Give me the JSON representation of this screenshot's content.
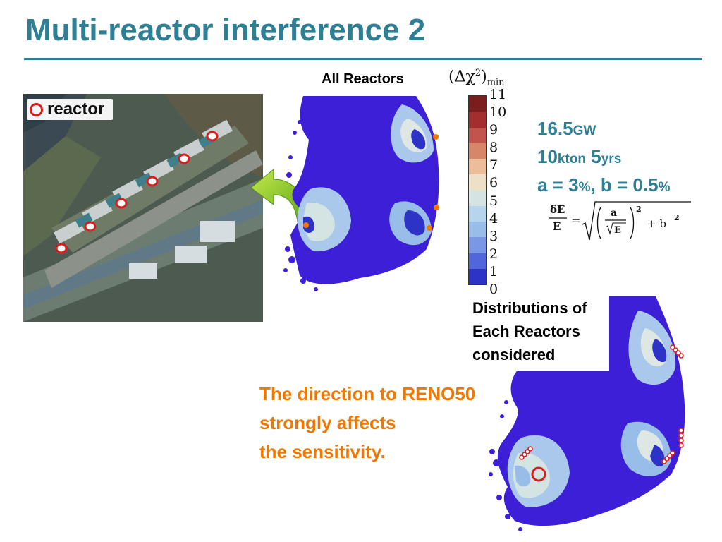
{
  "title": "Multi-reactor interference 2",
  "photo": {
    "legend_label": "reactor"
  },
  "map_top": {
    "label": "All Reactors"
  },
  "color_scale": {
    "title_main": "(Δχ",
    "title_sup": "2",
    "title_close": ")",
    "title_sub": "min",
    "ticks": [
      "11",
      "10",
      "9",
      "8",
      "7",
      "6",
      "5",
      "4",
      "3",
      "2",
      "1",
      "0"
    ],
    "colors": [
      "#7a1d1d",
      "#a32e2e",
      "#c2544e",
      "#d8866a",
      "#ecbd9a",
      "#ece0c6",
      "#d4e4e2",
      "#b6d4ec",
      "#98bde8",
      "#7a97e6",
      "#5266dc",
      "#2e33c8"
    ]
  },
  "params": {
    "power_value": "16.5",
    "power_unit": "GW",
    "mass_value": "10",
    "mass_unit": "kton",
    "time_value": "5",
    "time_unit": "yrs",
    "res_a_label": "a = 3",
    "res_a_unit": "%",
    "res_sep": ", b = 0.5",
    "res_b_unit": "%"
  },
  "formula": {
    "lhs_num": "δE",
    "lhs_den": "E",
    "eq": "=",
    "frac_num": "a",
    "frac_den": "E",
    "exp": "2",
    "plus": "+ b",
    "plus_exp": "2"
  },
  "map_bottom": {
    "label_lines": [
      "Distributions of",
      "Each Reactors",
      "considered"
    ]
  },
  "note": {
    "lines": [
      "The direction to RENO50",
      "strongly affects",
      "the sensitivity."
    ]
  },
  "colors": {
    "accent": "#2f7f94",
    "highlight": "#f07800",
    "map_deep": "#3c1fd6",
    "reactor_marker": "#d81e1e"
  }
}
